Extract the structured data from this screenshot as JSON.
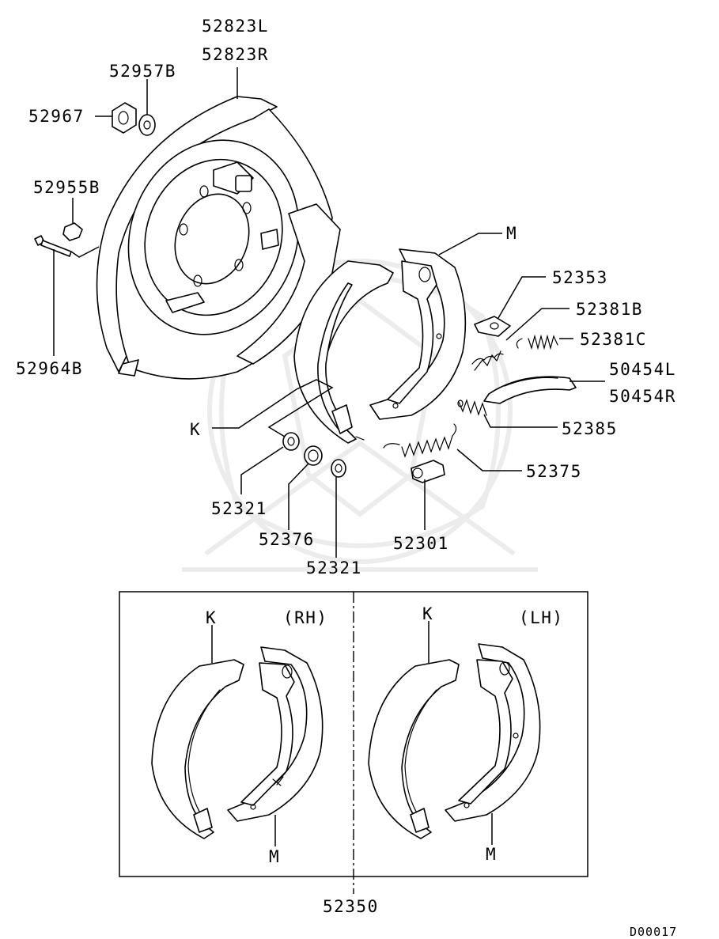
{
  "parts": {
    "backing_plate_l": "52823L",
    "backing_plate_r": "52823R",
    "washer": "52957B",
    "nut": "52967",
    "clip": "52955B",
    "bolt": "52964B",
    "lever_m": "M",
    "strut_clip": "52353",
    "spring_b": "52381B",
    "spring_c": "52381C",
    "shoe_kit_l": "50454L",
    "shoe_kit_r": "50454R",
    "spring_52385": "52385",
    "spring_52375": "52375",
    "shoe_k": "K",
    "cup_upper": "52321",
    "spring_52376": "52376",
    "cup_lower": "52321",
    "adjuster": "52301"
  },
  "inset": {
    "rh_label": "(RH)",
    "lh_label": "(LH)",
    "rh_k": "K",
    "rh_m": "M",
    "lh_k": "K",
    "lh_m": "M",
    "assembly": "52350"
  },
  "diagram_code": "D00017"
}
